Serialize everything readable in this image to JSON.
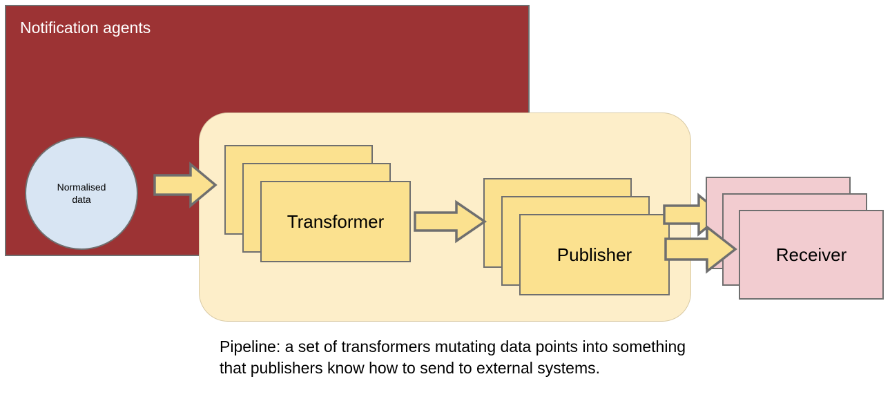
{
  "diagram": {
    "title_region": {
      "label": "Notification agents",
      "color": "#9c3334",
      "text_color": "#ffffff"
    },
    "source_node": {
      "label": "Normalised\ndata",
      "shape": "circle",
      "color": "#d8e5f3"
    },
    "pipeline": {
      "name": "Pipeline",
      "color": "#fdeec9",
      "stacks": [
        {
          "id": "transformer",
          "label": "Transformer",
          "color": "#fbe18f",
          "count": 3
        },
        {
          "id": "publisher",
          "label": "Publisher",
          "color": "#fbe18f",
          "count": 3
        }
      ]
    },
    "sink_node": {
      "id": "receiver",
      "label": "Receiver",
      "color": "#f2ccd0",
      "count": 3
    },
    "arrows": [
      {
        "id": "data-to-transformer",
        "from": "Normalised data",
        "to": "Transformer",
        "direction": "right"
      },
      {
        "id": "transformer-to-publisher",
        "from": "Transformer",
        "to": "Publisher",
        "direction": "right"
      },
      {
        "id": "publisher-to-receiver-secondary",
        "from": "Publisher",
        "to": "Receiver",
        "direction": "right"
      },
      {
        "id": "publisher-to-receiver-primary",
        "from": "Publisher",
        "to": "Receiver",
        "direction": "right"
      }
    ],
    "caption": "Pipeline: a set of transformers mutating data points into something that publishers know how to send to external systems.",
    "palette": {
      "stroke": "#6f6f6f",
      "red": "#9c3334",
      "blue": "#d8e5f3",
      "cream": "#fdeec9",
      "yellow": "#fbe18f",
      "pink": "#f2ccd0",
      "text": "#000000"
    }
  }
}
